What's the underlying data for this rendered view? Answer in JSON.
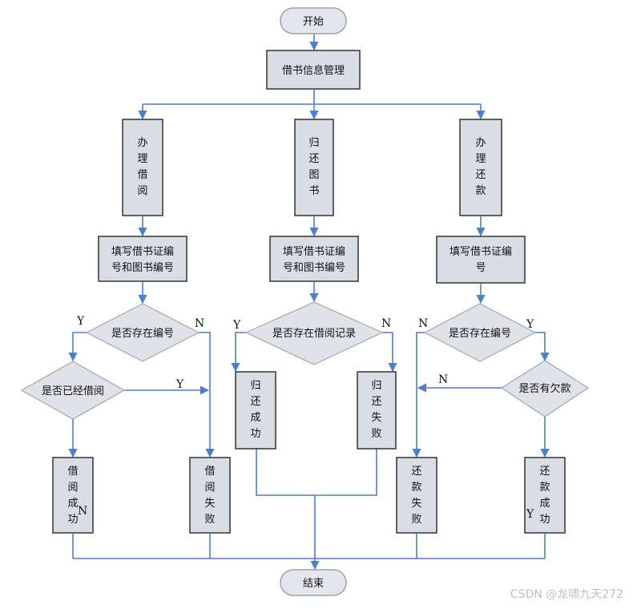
{
  "nodes": {
    "start": "开始",
    "manage": "借书信息管理",
    "borrow": [
      "办",
      "理",
      "借",
      "阅"
    ],
    "return_book": [
      "归",
      "还",
      "图",
      "书"
    ],
    "repay": [
      "办",
      "理",
      "还",
      "款"
    ],
    "fill_borrow": [
      "填写借书证编",
      "号和图书编号"
    ],
    "fill_return": [
      "填写借书证编",
      "号和图书编号"
    ],
    "fill_repay": [
      "填写借书证编",
      "号"
    ],
    "exists_id_left": "是否存在编号",
    "exists_record": "是否存在借阅记录",
    "exists_id_right": "是否存在编号",
    "already_borrowed": "是否已经借阅",
    "has_debt": "是否有欠款",
    "borrow_success": [
      "借",
      "阅",
      "成",
      "功"
    ],
    "borrow_fail": [
      "借",
      "阅",
      "失",
      "败"
    ],
    "return_success": [
      "归",
      "还",
      "成",
      "功"
    ],
    "return_fail": [
      "归",
      "还",
      "失",
      "败"
    ],
    "repay_fail": [
      "还",
      "款",
      "失",
      "败"
    ],
    "repay_success": [
      "还",
      "款",
      "成",
      "功"
    ],
    "end": "结束"
  },
  "edge_labels": {
    "left_y": "Y",
    "left_n": "N",
    "borrowed_y": "Y",
    "borrowed_n": "N",
    "record_y": "Y",
    "record_n": "N",
    "right_n": "N",
    "right_y": "Y",
    "debt_n": "N",
    "debt_y": "Y"
  },
  "watermark": "CSDN @龙啸九天272",
  "colors": {
    "line": "#4f7fc4",
    "box_fill": "#d9dde6",
    "box_border": "#333333"
  }
}
